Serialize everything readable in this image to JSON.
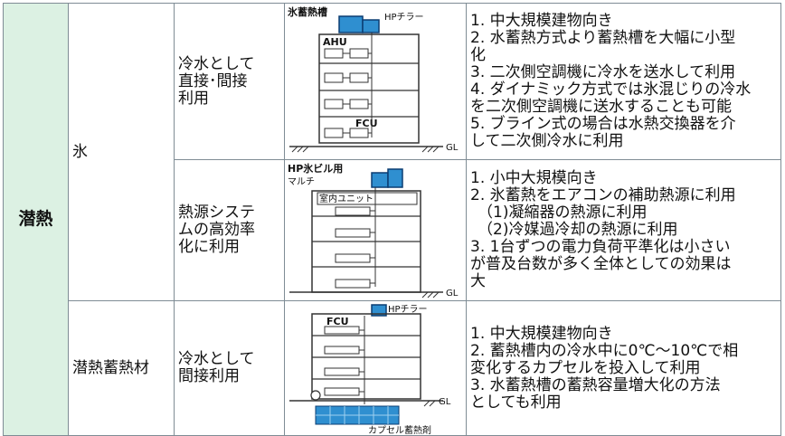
{
  "category": "潜熱",
  "rows": [
    {
      "sub": "氷",
      "use": "冷水として\n直接･間接\n利用",
      "fig": {
        "top_left": "氷蓄熱槽",
        "top_right": "HPチラー",
        "unit1": "AHU",
        "unit2": "FCU",
        "ground": "GL"
      },
      "desc": [
        "1. 中大規模建物向き",
        "2. 水蓄熱方式より蓄熱槽を大幅に小型",
        "化",
        "3. 二次側空調機に冷水を送水して利用",
        "4. ダイナミック方式では氷混じりの冷水",
        "を二次側空調機に送水することも可能",
        "5. ブライン式の場合は水熱交換器を介",
        "して二次側冷水に利用"
      ]
    },
    {
      "use": "熱源システ\nムの高効率\n化に利用",
      "fig": {
        "top_left1": "HP氷ビル用",
        "top_left2": "マルチ",
        "unit1": "室内ユニット",
        "ground": "GL"
      },
      "desc": [
        "1. 小中大規模向き",
        "2. 氷蓄熱をエアコンの補助熱源に利用",
        "（1)凝縮器の熱源に利用",
        "（2)冷媒過冷却の熱源に利用",
        "3. 1台ずつの電力負荷平準化は小さい",
        "が普及台数が多く全体としての効果は",
        "大"
      ]
    },
    {
      "sub": "潜熱蓄熱材",
      "use": "冷水として\n間接利用",
      "fig": {
        "top_right": "HPチラー",
        "unit1": "FCU",
        "ground": "GL",
        "bottom": "カプセル蓄熱剤"
      },
      "desc": [
        "1. 中大規模建物向き",
        "2. 蓄熱槽内の冷水中に0℃～10℃で相",
        "変化するカプセルを投入して利用",
        "3. 水蓄熱槽の蓄熱容量増大化の方法",
        "としても利用"
      ]
    }
  ]
}
